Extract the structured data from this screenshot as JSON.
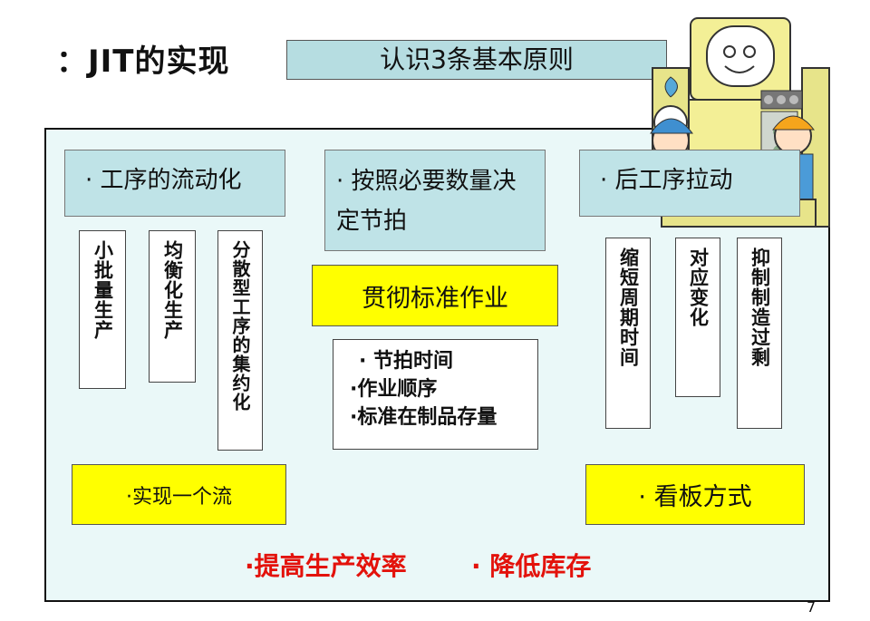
{
  "title": "：JIT的实现",
  "subtitle": "认识3条基本原则",
  "principles": [
    "· 工序的流动化",
    "· 按照必要数量决定节拍",
    "· 后工序拉动"
  ],
  "left_methods": [
    "小批量生产",
    "均衡化生产",
    "分散型工序的集约化"
  ],
  "right_methods": [
    "缩短周期时间",
    "对应变化",
    "抑制制造过剩"
  ],
  "center": {
    "standard_work": "贯彻标准作业",
    "items": [
      "· 节拍时间",
      "·作业顺序",
      "·标准在制品存量"
    ]
  },
  "left_result": "·实现一个流",
  "right_result": "· 看板方式",
  "outcomes": [
    "·提高生产效率",
    "· 降低库存"
  ],
  "page_number": "7"
}
